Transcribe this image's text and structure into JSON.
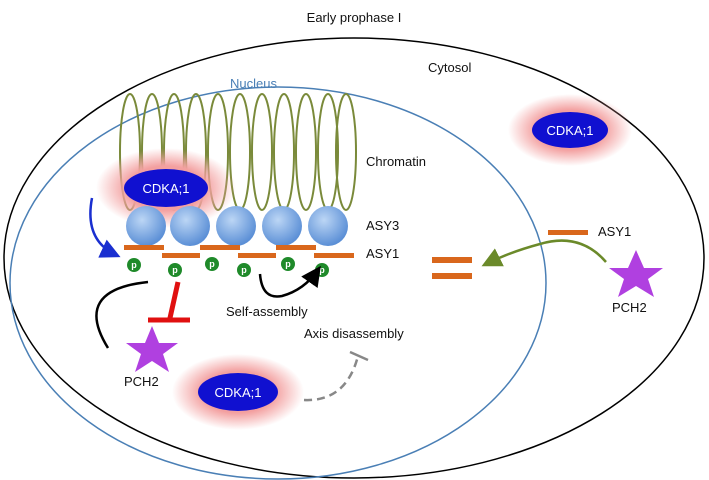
{
  "title": "Early prophase I",
  "labels": {
    "cytosol": "Cytosol",
    "nucleus": "Nucleus",
    "chromatin": "Chromatin",
    "asy3": "ASY3",
    "asy1_nucleus": "ASY1",
    "asy1_cytosol": "ASY1",
    "self_assembly": "Self-assembly",
    "axis_disassembly": "Axis disassembly",
    "pch2_nucleus": "PCH2",
    "pch2_cytosol": "PCH2"
  },
  "cdka": {
    "nucleus_top": "CDKA;1",
    "nucleus_bottom": "CDKA;1",
    "cytosol": "CDKA;1"
  },
  "phospho_label": "p",
  "colors": {
    "cell_border": "#000000",
    "nucleus_border": "#4a7fb5",
    "chromatin": "#7a8a3a",
    "asy3_sphere": "#7aa9e0",
    "asy1_bar": "#d9671c",
    "phospho": "#1f8a2a",
    "cdka_fill": "#1010d0",
    "cdka_glow": "#f3a0a0",
    "pch2": "#b040e0",
    "inhibit_red": "#e01010",
    "arrow_blue": "#1a2fd0",
    "arrow_green": "#6b8a2a",
    "dashed_gray": "#888888"
  }
}
